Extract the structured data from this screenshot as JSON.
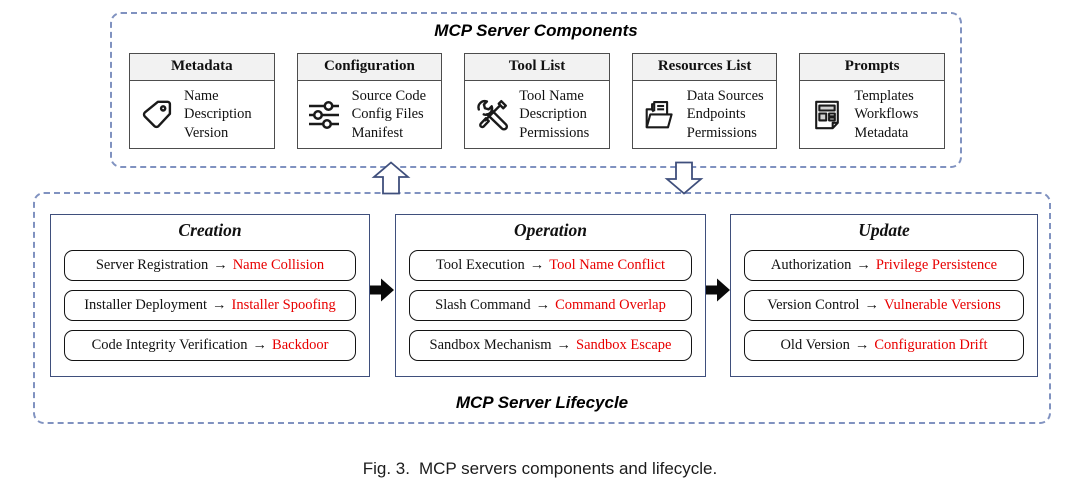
{
  "components_panel": {
    "title": "MCP Server Components",
    "boxes": [
      {
        "title": "Metadata",
        "icon": "tag-icon",
        "items": [
          "Name",
          "Description",
          "Version"
        ]
      },
      {
        "title": "Configuration",
        "icon": "sliders-icon",
        "items": [
          "Source Code",
          "Config Files",
          "Manifest"
        ]
      },
      {
        "title": "Tool List",
        "icon": "tools-icon",
        "items": [
          "Tool Name",
          "Description",
          "Permissions"
        ]
      },
      {
        "title": "Resources List",
        "icon": "folder-icon",
        "items": [
          "Data Sources",
          "Endpoints",
          "Permissions"
        ]
      },
      {
        "title": "Prompts",
        "icon": "template-icon",
        "items": [
          "Templates",
          "Workflows",
          "Metadata"
        ]
      }
    ]
  },
  "lifecycle_panel": {
    "title": "MCP Server Lifecycle",
    "phases": [
      {
        "title": "Creation",
        "items": [
          {
            "stage": "Server Registration",
            "threat": "Name Collision"
          },
          {
            "stage": "Installer Deployment",
            "threat": "Installer Spoofing"
          },
          {
            "stage": "Code Integrity Verification",
            "threat": "Backdoor"
          }
        ]
      },
      {
        "title": "Operation",
        "items": [
          {
            "stage": "Tool Execution",
            "threat": "Tool Name Conflict"
          },
          {
            "stage": "Slash Command",
            "threat": "Command Overlap"
          },
          {
            "stage": "Sandbox Mechanism",
            "threat": "Sandbox Escape"
          }
        ]
      },
      {
        "title": "Update",
        "items": [
          {
            "stage": "Authorization",
            "threat": "Privilege Persistence"
          },
          {
            "stage": "Version Control",
            "threat": "Vulnerable Versions"
          },
          {
            "stage": "Old Version",
            "threat": "Configuration Drift"
          }
        ]
      }
    ]
  },
  "glyphs": {
    "arrow": "→"
  },
  "caption": {
    "label": "Fig. 3.",
    "text": "MCP servers components and lifecycle."
  },
  "colors": {
    "dashed_border": "#8092c0",
    "phase_border": "#3f4f7c",
    "threat_red": "#e80000",
    "header_bg": "#f2f2f2",
    "flow_arrow_stroke": "#3f4f7c",
    "black_arrow": "#0a0a0a"
  }
}
